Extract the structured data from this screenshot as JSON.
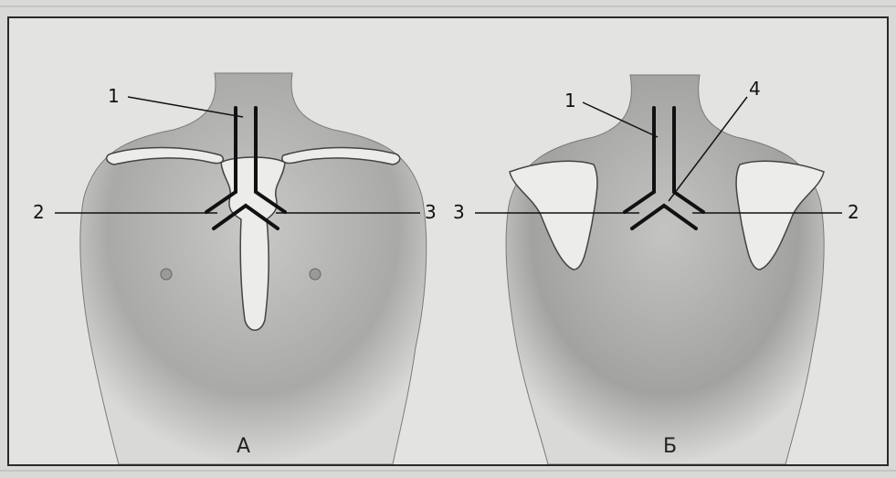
{
  "figure": {
    "panel_a": {
      "label": "А",
      "callouts": [
        "1",
        "2",
        "3"
      ]
    },
    "panel_b": {
      "label": "Б",
      "callouts": [
        "1",
        "4",
        "3",
        "2"
      ]
    }
  }
}
